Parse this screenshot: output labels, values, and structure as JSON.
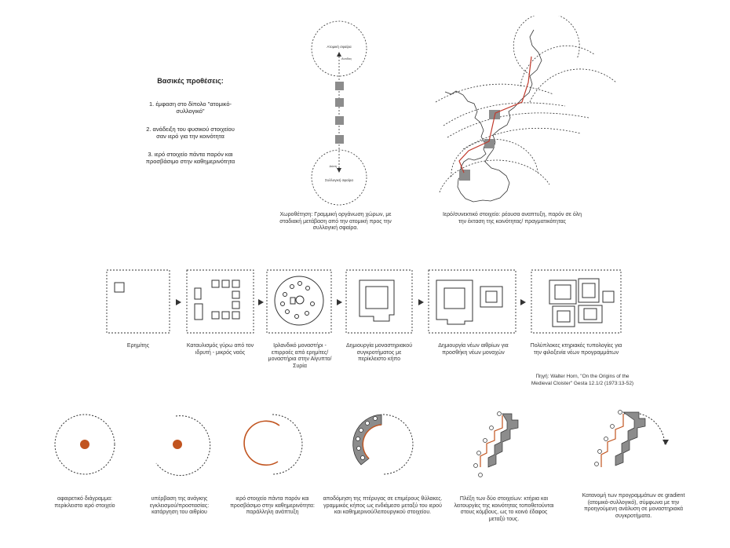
{
  "principles": {
    "title": "Βασικές προθέσεις:",
    "items": [
      "1. έμφαση στο δίπολο \"ατομικό-συλλογικό\"",
      "2. ανάδειξη του φυσικού στοιχείου σαν ιερό για την κοινότητα",
      "3. ιερό στοιχείο πάντα παρόν και προσβάσιμο στην καθημερινότητα"
    ]
  },
  "axis_diagram": {
    "top_label": "Ατομική σφαίρα",
    "ascent_label": "Ανοδος",
    "descent_label": "Δύση",
    "bottom_label": "Συλλογική σφαίρα",
    "caption": "Χωροθέτηση: Γραμμική οργάνωση χώρων, με σταδιακή μετάβαση από την ατομική προς την συλλογική σφαίρα."
  },
  "map_diagram": {
    "caption": "Ιερό/συνεκτικό στοιχείο: ρέουσα αναπτυξη, παρόν σε όλη την έκταση της κοινότητας/ πραγματικότητας",
    "colors": {
      "path": "#c0392b",
      "block": "#8c8c8c"
    }
  },
  "evolution": {
    "steps": [
      "Ερημίτης",
      "Καταυλισμός γύρω από τον ιδρυτή - μικρός ναός",
      "Ιρλανδικό μοναστήρι - επιρροές από ερημίτες/μοναστήρια στην Αίγυπτο/Συρία",
      "Δημιουργία μοναστηριακού συγκροτήματος με περίκλειστο κήπο",
      "Δημιουργία νέων αιθρίων για προσθήκη νέων μοναχών",
      "Πολύπλοκες κτηριακές τυπολογίες για την φιλοξενία νέων προγραμμάτων"
    ],
    "source": "Πηγή: Walter Horn, \"On the Origins of the Medieval Cloister\" Gesta 12.1/2 (1973:13-52)"
  },
  "concepts": {
    "accent": "#c1541f",
    "fill": "#8c8c8c",
    "steps": [
      "αφαιρετικό διάγραμμα: περίκλειστο ιερό στοιχείο",
      "υπέρβαση της ανάγκης εγκλεισμού/προστασίας: κατάργηση του αιθρίου",
      "ιερό στοιχείο πάντα παρόν και προσβάσιμο στην καθημερινότητα: παράλληλη ανάπτυξη",
      "αποδόμηση της πτέρυγας σε επιμέρους θύλακες. γραμμικός κήπος ως ενδιάμεσο μεταξύ του ιερού και καθημερινού/λειτουργικού στοιχείου.",
      "Πλέξη των δύο στοιχείων: κτήρια και λειτουργίες της κοινότητας τοποθετούνται στους κόμβους, ως το κοινό έδαφος μεταξύ τους.",
      "Κατανομή των προγραμμάτων σε gradient (ατομικό-συλλογικό), σύμφωνα με την προηγούμενη ανάλυση σε μοναστηριακά συγκροτήματα."
    ]
  }
}
